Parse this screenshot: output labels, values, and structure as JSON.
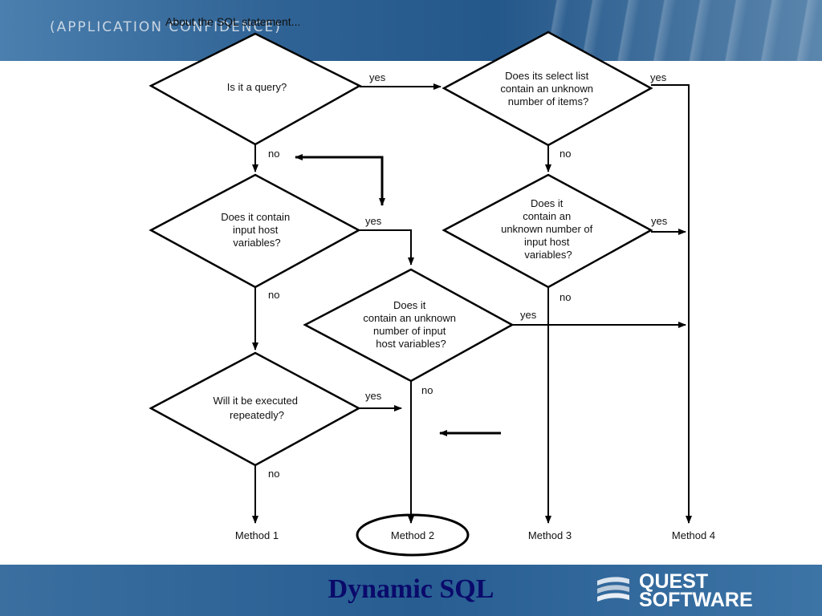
{
  "header": {
    "tagline": "(APPLICATION CONFIDENCE)",
    "band_color": "#2f6294"
  },
  "diagram": {
    "caption": "About the SQL statement...",
    "decisions": {
      "query": [
        "Is it a query?"
      ],
      "select_list": [
        "Does its select list",
        "contain an unknown",
        "number of items?"
      ],
      "input_host": [
        "Does it contain",
        "input host",
        "variables?"
      ],
      "unknown_input_right": [
        "Does it",
        "contain an",
        "unknown number of",
        "input host",
        "variables?"
      ],
      "unknown_input_mid": [
        "Does it",
        "contain an unknown",
        "number of input",
        "host variables?"
      ],
      "repeated": [
        "Will it be executed",
        "repeatedly?"
      ]
    },
    "labels": {
      "yes": "yes",
      "no": "no"
    },
    "methods": [
      "Method 1",
      "Method 2",
      "Method 3",
      "Method 4"
    ],
    "highlighted_method": "Method 2"
  },
  "footer": {
    "title": "Dynamic SQL",
    "logo_line1": "QUEST",
    "logo_line2": "SOFTWARE",
    "title_color": "#0a0a6b"
  }
}
